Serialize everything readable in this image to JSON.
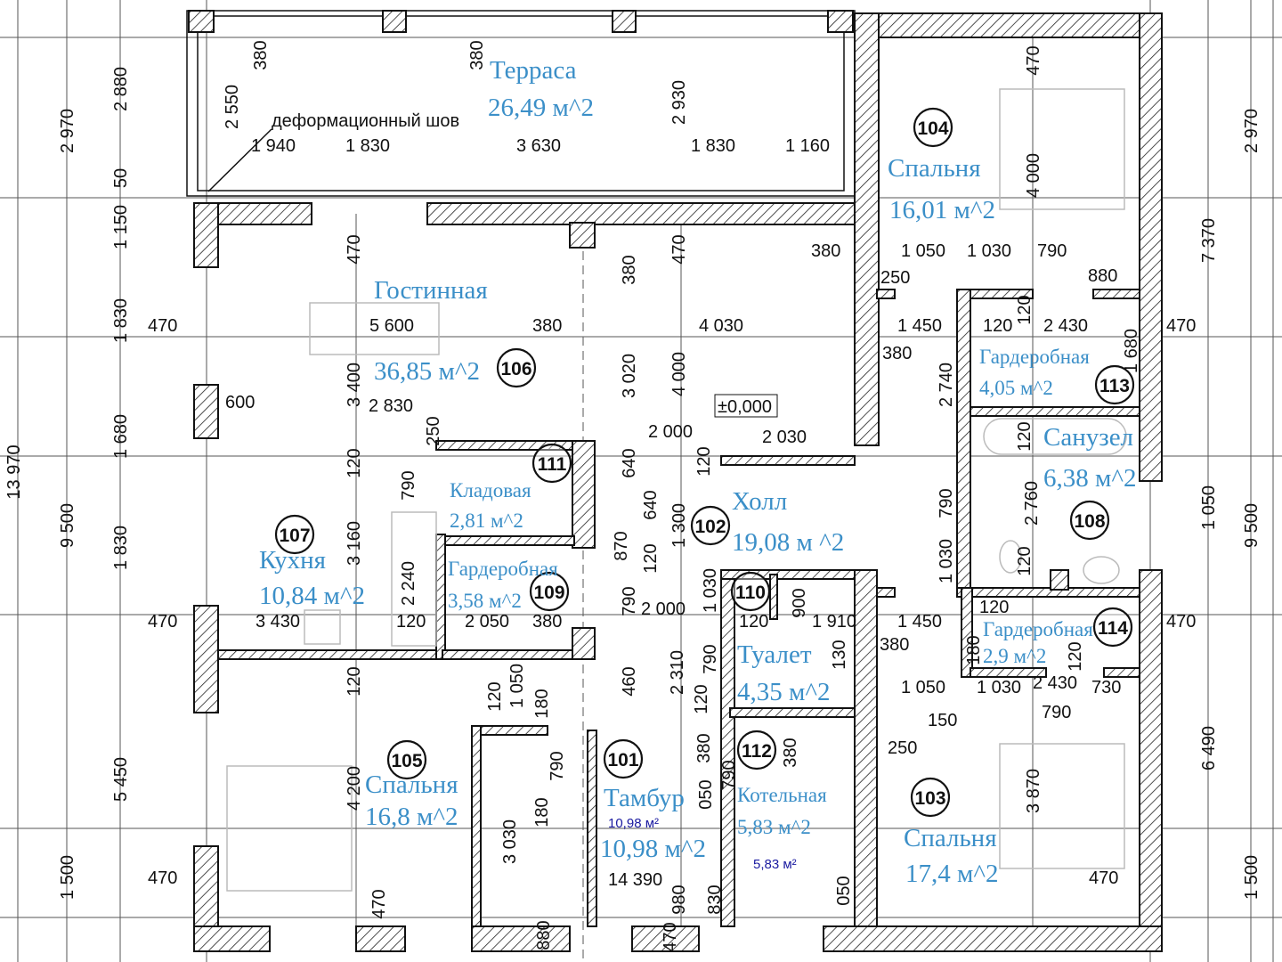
{
  "plan": {
    "joint_label": "деформационный шов",
    "level_mark": "±0,000"
  },
  "rooms": {
    "terrace": {
      "name": "Терраса",
      "area": "26,49 м^2"
    },
    "r101": {
      "number": "101",
      "name": "Тамбур",
      "area": "10,98 м^2",
      "area_small": "10,98 м²"
    },
    "r102": {
      "number": "102",
      "name": "Холл",
      "area": "19,08 м ^2"
    },
    "r103": {
      "number": "103",
      "name": "Спальня",
      "area": "17,4 м^2"
    },
    "r104": {
      "number": "104",
      "name": "Спальня",
      "area": "16,01 м^2"
    },
    "r105": {
      "number": "105",
      "name": "Спальня",
      "area": "16,8 м^2"
    },
    "r106": {
      "number": "106",
      "name": "Гостинная",
      "area": "36,85 м^2"
    },
    "r107": {
      "number": "107",
      "name": "Кухня",
      "area": "10,84 м^2"
    },
    "r108": {
      "number": "108",
      "name": "Санузел",
      "area": "6,38 м^2"
    },
    "r109": {
      "number": "109",
      "name": "Гардеробная",
      "area": "3,58 м^2"
    },
    "r110": {
      "number": "110",
      "name": "Туалет",
      "area": "4,35 м^2"
    },
    "r111": {
      "number": "111",
      "name": "Кладовая",
      "area": "2,81 м^2"
    },
    "r112": {
      "number": "112",
      "name": "Котельная",
      "area": "5,83 м^2",
      "area_small": "5,83 м²"
    },
    "r113": {
      "number": "113",
      "name": "Гардеробная",
      "area": "4,05 м^2"
    },
    "r114": {
      "number": "114",
      "name": "Гардеробная",
      "area": "2,9 м^2"
    }
  },
  "dims": {
    "h": [
      "1 940",
      "1 830",
      "3 630",
      "1 830",
      "1 160",
      "470",
      "5 600",
      "380",
      "4 030",
      "380",
      "1 050",
      "1 030",
      "790",
      "250",
      "880",
      "1 450",
      "120",
      "2 430",
      "380",
      "470",
      "600",
      "2 830",
      "2 000",
      "2 030",
      "470",
      "3 430",
      "120",
      "2 050",
      "380",
      "2 000",
      "120",
      "1 910",
      "1 450",
      "120",
      "2 430",
      "380",
      "470",
      "1 050",
      "1 030",
      "730",
      "150",
      "790",
      "250",
      "470",
      "14 390",
      "470"
    ],
    "v": [
      "2 970",
      "13 970",
      "9 500",
      "1 500",
      "2 880",
      "50",
      "1 150",
      "1 830",
      "1 680",
      "1 830",
      "5 450",
      "2 970",
      "9 500",
      "1 500",
      "7 370",
      "1 050",
      "6 490",
      "380",
      "2 550",
      "380",
      "2 930",
      "470",
      "4 000",
      "470",
      "380",
      "470",
      "3 400",
      "3 020",
      "4 000",
      "250",
      "120",
      "790",
      "640",
      "640",
      "120",
      "3 160",
      "2 240",
      "870",
      "120",
      "1 300",
      "790",
      "1 030",
      "120",
      "120",
      "1 050",
      "180",
      "460",
      "2 310",
      "790",
      "120",
      "900",
      "130",
      "4 200",
      "3 030",
      "790",
      "180",
      "050",
      "380",
      "790",
      "380",
      "050",
      "830",
      "980",
      "470",
      "880",
      "470",
      "2 740",
      "790",
      "1 030",
      "1 680",
      "120",
      "120",
      "2 760",
      "120",
      "180",
      "120",
      "3 870"
    ]
  }
}
